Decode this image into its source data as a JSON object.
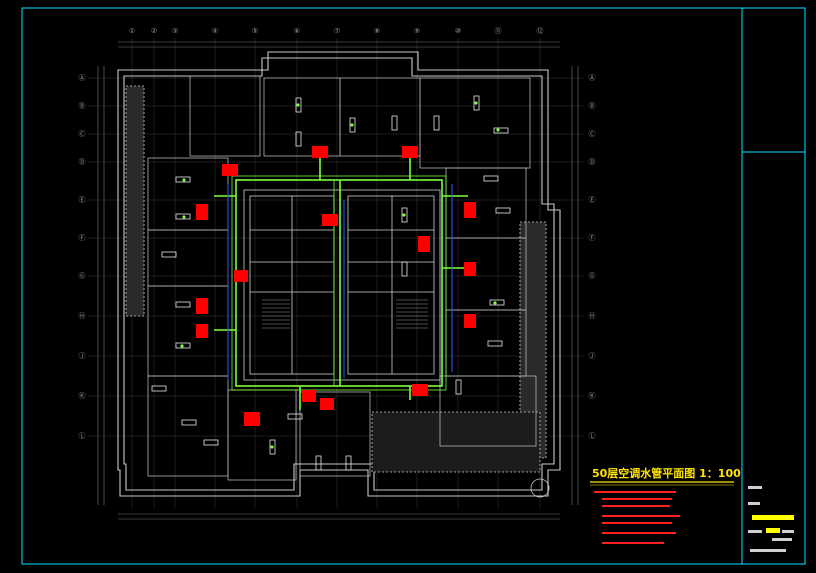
{
  "drawing": {
    "title": "50层空调水管平面图 1：100",
    "grid_columns": [
      "①",
      "②",
      "③",
      "④",
      "⑤",
      "⑥",
      "⑦",
      "⑧",
      "⑨",
      "⑩",
      "⑪",
      "⑫"
    ],
    "grid_rows": [
      "Ⓐ",
      "Ⓑ",
      "Ⓒ",
      "Ⓓ",
      "Ⓔ",
      "Ⓕ",
      "Ⓖ",
      "Ⓗ",
      "Ⓙ",
      "Ⓚ",
      "Ⓛ"
    ]
  },
  "colors": {
    "background": "#000000",
    "frame": "#00e5ff",
    "walls": "#c8c8c8",
    "supply_pipe": "#7cff3a",
    "return_pipe": "#2d5bff",
    "equipment": "#ff0000",
    "title": "#ffe400",
    "notes": "#ff2020",
    "title_block_highlight": "#ffff00"
  },
  "icons": [
    "fan-coil-unit-icon",
    "ahu-red-block-icon",
    "valve-icon"
  ]
}
